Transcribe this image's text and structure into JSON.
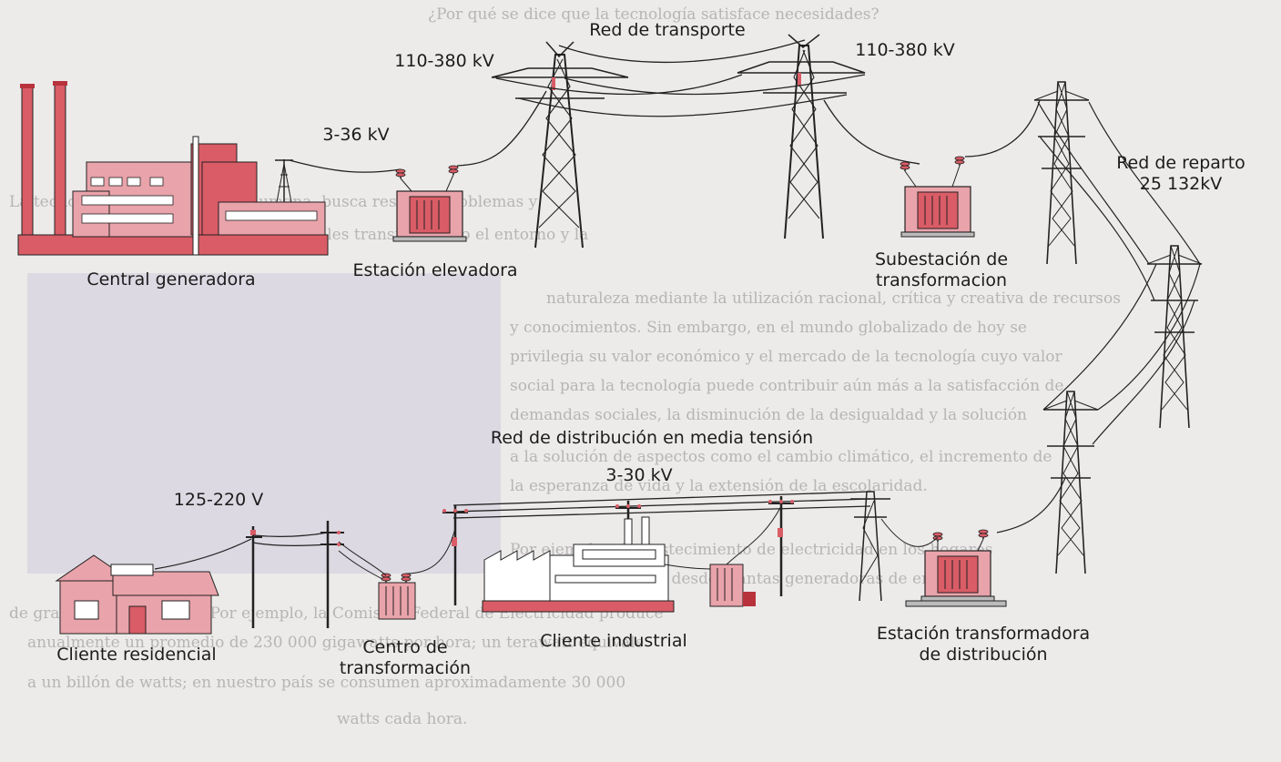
{
  "labels": {
    "red_transporte": "Red de transporte",
    "v_left": "110-380 kV",
    "v_right": "110-380 kV",
    "v_gen": "3-36 kV",
    "central": "Central generadora",
    "estacion_elevadora": "Estación elevadora",
    "subestacion_line1": "Subestación de",
    "subestacion_line2": "transformacion",
    "red_reparto_line1": "Red de reparto",
    "red_reparto_line2": "25 132kV",
    "red_distribucion": "Red de distribución en media tensión",
    "v_distribucion": "3-30 kV",
    "v_baja": "125-220 V",
    "cliente_residencial": "Cliente residencial",
    "centro_line1": "Centro de",
    "centro_line2": "transformación",
    "cliente_industrial": "Cliente industrial",
    "estacion_dist_line1": "Estación transformadora",
    "estacion_dist_line2": "de distribución"
  },
  "background_text": [
    "¿Por qué se dice que la tecnología satisface necesidades?",
    "La tecnología, como actividad humana, busca resolver problemas y",
    "necesidades individuales y sociales transformando el entorno y la",
    "naturaleza mediante la utilización racional, crítica y creativa de recursos",
    "y conocimientos. Sin embargo, en el mundo globalizado de hoy se",
    "privilegia su valor económico y el mercado de la tecnología cuyo valor",
    "social para la tecnología puede contribuir aún más a la satisfacción de",
    "demandas sociales, la disminución de la desigualdad y la solución",
    "a la solución de aspectos como el cambio climático, el incremento de",
    "la esperanza de vida y la extensión de la escolaridad.",
    "Por ejemplo, el abastecimiento de electricidad en los hogares",
    "actuales se produce desde plantas generadoras de energía",
    "de grandes generadores. Por ejemplo, la Comisión Federal de Electricidad produce",
    "anualmente un promedio de 230 000 gigawatts por hora; un terawatt equivale",
    "a un billón de watts; en nuestro país se consumen aproximadamente 30 000",
    "watts cada hora."
  ],
  "colors": {
    "accent": "#d95c66",
    "accent_dark": "#b8323c",
    "accent_light": "#e9a3aa",
    "line": "#222222",
    "page": "#ecebe9"
  }
}
